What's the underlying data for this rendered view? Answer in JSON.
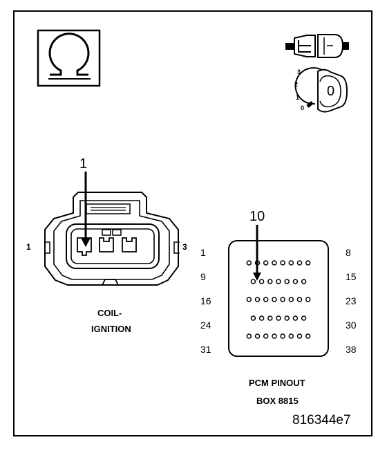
{
  "ohm_symbol": "Ω",
  "key_switch": {
    "positions": [
      "3",
      "2",
      "1",
      "0"
    ],
    "key_label": "0"
  },
  "coil_connector": {
    "callout": "1",
    "left_pin": "1",
    "right_pin": "3",
    "label_line1": "COIL-",
    "label_line2": "IGNITION"
  },
  "pcm_connector": {
    "callout": "10",
    "row_start_pins": [
      "1",
      "9",
      "16",
      "24",
      "31"
    ],
    "row_end_pins": [
      "8",
      "15",
      "23",
      "30",
      "38"
    ],
    "label_line1": "PCM PINOUT",
    "label_line2": "BOX 8815"
  },
  "figure_id": "816344e7"
}
